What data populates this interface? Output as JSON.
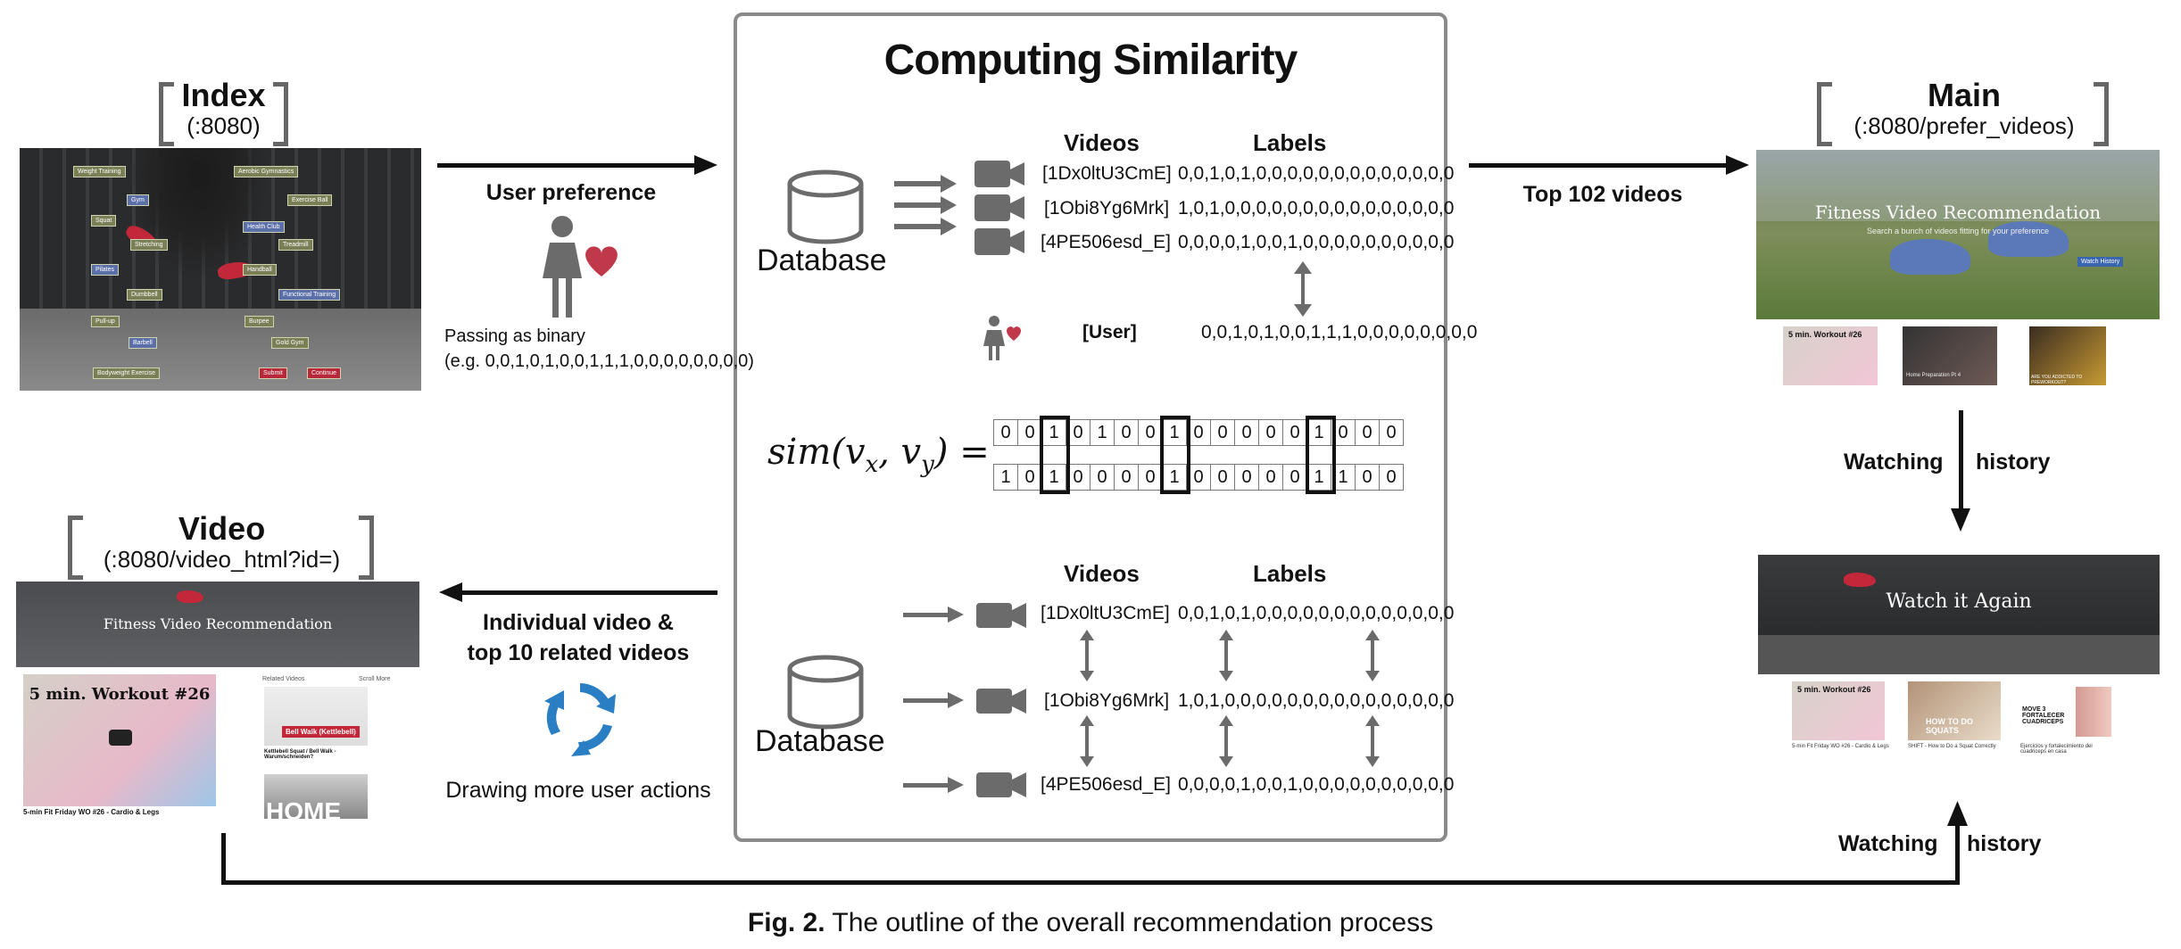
{
  "center": {
    "title": "Computing Similarity",
    "top_table": {
      "videos_header": "Videos",
      "labels_header": "Labels",
      "rows": [
        {
          "id": "[1Dx0ltU3CmE]",
          "labels": "0,0,1,0,1,0,0,0,0,0,0,0,0,0,0,0,0,0"
        },
        {
          "id": "[1Obi8Yg6Mrk]",
          "labels": "1,0,1,0,0,0,0,0,0,0,0,0,0,0,0,0,0,0"
        },
        {
          "id": "[4PE506esd_E]",
          "labels": "0,0,0,0,1,0,0,1,0,0,0,0,0,0,0,0,0,0"
        }
      ],
      "user_label": "[User]",
      "user_labels": "0,0,1,0,1,0,0,1,1,1,0,0,0,0,0,0,0,0"
    },
    "database_label": "Database",
    "formula": "sim(v_x, v_y) =",
    "bits_row1": [
      "0",
      "0",
      "1",
      "0",
      "1",
      "0",
      "0",
      "1",
      "0",
      "0",
      "0",
      "0",
      "0",
      "1",
      "0",
      "0",
      "0"
    ],
    "bits_row2": [
      "1",
      "0",
      "1",
      "0",
      "0",
      "0",
      "0",
      "1",
      "0",
      "0",
      "0",
      "0",
      "0",
      "1",
      "1",
      "0",
      "0"
    ],
    "bottom_table": {
      "videos_header": "Videos",
      "labels_header": "Labels",
      "rows": [
        {
          "id": "[1Dx0ltU3CmE]",
          "labels": "0,0,1,0,1,0,0,0,0,0,0,0,0,0,0,0,0,0"
        },
        {
          "id": "[1Obi8Yg6Mrk]",
          "labels": "1,0,1,0,0,0,0,0,0,0,0,0,0,0,0,0,0,0"
        },
        {
          "id": "[4PE506esd_E]",
          "labels": "0,0,0,0,1,0,0,1,0,0,0,0,0,0,0,0,0,0"
        }
      ]
    }
  },
  "index": {
    "title": "Index",
    "port": "(:8080)",
    "tags": [
      "Weight Training",
      "Aerobic Gymnastics",
      "Gym",
      "Exercise Ball",
      "Squat",
      "Health Club",
      "Stretching",
      "Treadmill",
      "Pilates",
      "Handball",
      "Dumbbell",
      "Functional Training",
      "Pull-up",
      "Burpee",
      "Barbell",
      "Gold Gym",
      "Bodyweight Exercise",
      "Submit",
      "Continue"
    ]
  },
  "main": {
    "title": "Main",
    "port": "(:8080/prefer_videos)",
    "hero": "Fitness Video Recommendation",
    "hero_sub": "Search a bunch of videos fitting for your preference",
    "btn": "Watch History",
    "thumbs": [
      "5 min. Workout #26",
      "Home Preparation Pt 4",
      "ARE YOU ADDICTED TO PREWORKOUT?"
    ]
  },
  "video": {
    "title": "Video",
    "port": "(:8080/video_html?id=)",
    "hero": "Fitness Video Recommendation",
    "main_thumb_title": "5 min. Workout #26",
    "main_caption": "5-min Fit Friday WO #26 - Cardio & Legs",
    "related_header": "Related Videos",
    "related_more": "Scroll More",
    "related_item": "Bell Walk (Kettlebell)",
    "related_title": "Kettlebell Squat / Bell Walk - Warum/schneiden?",
    "related2": "HOME"
  },
  "again": {
    "hero": "Watch it Again",
    "thumbs": [
      "5 min. Workout #26",
      "HOW TO DO SQUATS",
      "MOVE 3 FORTALECER CUADRICEPS"
    ],
    "caps": [
      "5-min Fit Friday WO #26 - Cardio & Legs",
      "SHIFT - How to Do a Squat Correctly",
      "Ejercicios y fortalecimiento del cuadriceps en casa"
    ]
  },
  "arrows": {
    "user_pref": "User preference",
    "passing1": "Passing as binary",
    "passing2": "(e.g. 0,0,1,0,1,0,0,1,1,1,0,0,0,0,0,0,0,0)",
    "top102": "Top 102 videos",
    "watching1a": "Watching",
    "watching1b": "history",
    "watching2a": "Watching",
    "watching2b": "history",
    "individual1": "Individual video &",
    "individual2": "top 10 related videos",
    "drawing": "Drawing more user actions"
  },
  "caption": {
    "label": "Fig. 2.",
    "text": "The outline of the overall recommendation process"
  },
  "colors": {
    "heart": "#c0394b",
    "cycle": "#2a7ec4",
    "gray_icon": "#6b6b6b"
  }
}
